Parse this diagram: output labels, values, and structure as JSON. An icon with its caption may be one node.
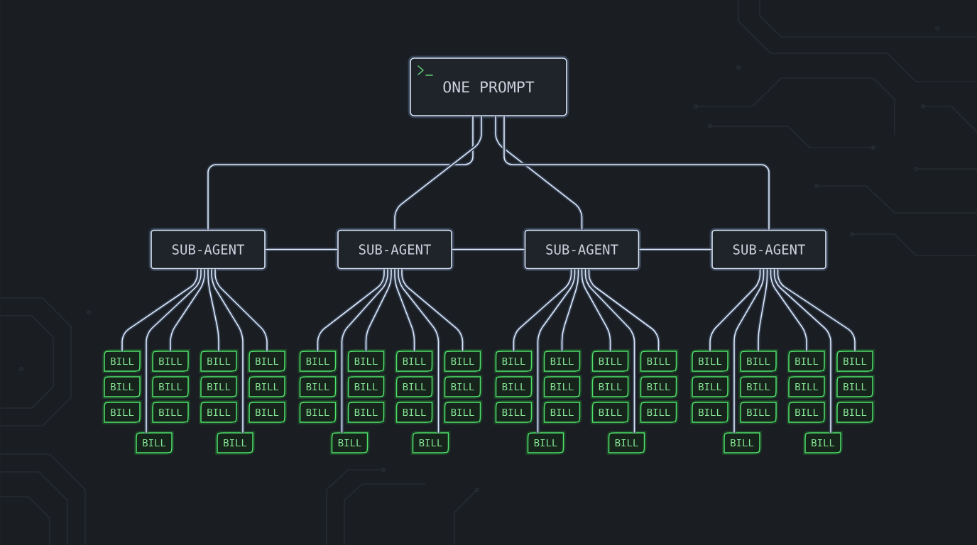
{
  "diagram": {
    "nodes": [
      {
        "text": [
          "ONE PROMPT"
        ]
      },
      {
        "text": [
          "SUB-AGENT"
        ]
      },
      {
        "text": [
          "SUB-AGENT"
        ]
      },
      {
        "text": [
          "SUB-AGENT"
        ]
      },
      {
        "text": [
          "SUB-AGENT"
        ]
      },
      {
        "text": [
          "BILL"
        ]
      },
      {
        "text": [
          "BILL"
        ]
      },
      {
        "text": [
          "BILL"
        ]
      },
      {
        "text": [
          "BILL"
        ]
      },
      {
        "text": [
          "BILL"
        ]
      },
      {
        "text": [
          "BILL"
        ]
      },
      {
        "text": [
          "BILL"
        ]
      },
      {
        "text": [
          "BILL"
        ]
      },
      {
        "text": [
          "BILL"
        ]
      },
      {
        "text": [
          "BILL"
        ]
      },
      {
        "text": [
          "BILL"
        ]
      },
      {
        "text": [
          "BILL"
        ]
      },
      {
        "text": [
          "BILL"
        ]
      },
      {
        "text": [
          "BILL"
        ]
      },
      {
        "text": [
          "BILL"
        ]
      },
      {
        "text": [
          "BILL"
        ]
      },
      {
        "text": [
          "BILL"
        ]
      },
      {
        "text": [
          "BILL"
        ]
      },
      {
        "text": [
          "BILL"
        ]
      },
      {
        "text": [
          "BILL"
        ]
      },
      {
        "text": [
          "BILL"
        ]
      },
      {
        "text": [
          "BILL"
        ]
      },
      {
        "text": [
          "BILL"
        ]
      },
      {
        "text": [
          "BILL"
        ]
      },
      {
        "text": [
          "BILL"
        ]
      },
      {
        "text": [
          "BILL"
        ]
      },
      {
        "text": [
          "BILL"
        ]
      },
      {
        "text": [
          "BILL"
        ]
      },
      {
        "text": [
          "BILL"
        ]
      },
      {
        "text": [
          "BILL"
        ]
      },
      {
        "text": [
          "BILL"
        ]
      },
      {
        "text": [
          "BILL"
        ]
      },
      {
        "text": [
          "BILL"
        ]
      },
      {
        "text": [
          "BILL"
        ]
      },
      {
        "text": [
          "BILL"
        ]
      },
      {
        "text": [
          "BILL"
        ]
      },
      {
        "text": [
          "BILL"
        ]
      },
      {
        "text": [
          "BILL"
        ]
      },
      {
        "text": [
          "BILL"
        ]
      },
      {
        "text": [
          "BILL"
        ]
      },
      {
        "text": [
          "BILL"
        ]
      },
      {
        "text": [
          "BILL"
        ]
      },
      {
        "text": [
          "BILL"
        ]
      },
      {
        "text": [
          "BILL"
        ]
      },
      {
        "text": [
          "BILL"
        ]
      },
      {
        "text": [
          "BILL"
        ]
      },
      {
        "text": [
          "BILL"
        ]
      },
      {
        "text": [
          "BILL"
        ]
      },
      {
        "text": [
          "BILL"
        ]
      },
      {
        "text": [
          "BILL"
        ]
      },
      {
        "text": [
          "BILL"
        ]
      },
      {
        "text": [
          "BILL"
        ]
      },
      {
        "text": [
          "BILL"
        ]
      },
      {
        "text": [
          "BILL"
        ]
      },
      {
        "text": [
          "BILL"
        ]
      },
      {
        "text": [
          "BILL"
        ]
      }
    ],
    "edges": [
      {
        "from": 0,
        "to": 1,
        "arrow": "none"
      },
      {
        "from": 0,
        "to": 2,
        "arrow": "none"
      },
      {
        "from": 0,
        "to": 3,
        "arrow": "none"
      },
      {
        "from": 0,
        "to": 4,
        "arrow": "none"
      },
      {
        "from": 1,
        "to": 2,
        "arrow": "none"
      },
      {
        "from": 2,
        "to": 3,
        "arrow": "none"
      },
      {
        "from": 3,
        "to": 4,
        "arrow": "none"
      },
      {
        "from": 1,
        "to": 5,
        "arrow": "none"
      },
      {
        "from": 1,
        "to": 17,
        "arrow": "none"
      },
      {
        "from": 1,
        "to": 6,
        "arrow": "none"
      },
      {
        "from": 1,
        "to": 7,
        "arrow": "none"
      },
      {
        "from": 1,
        "to": 18,
        "arrow": "none"
      },
      {
        "from": 1,
        "to": 8,
        "arrow": "none"
      },
      {
        "from": 2,
        "to": 19,
        "arrow": "none"
      },
      {
        "from": 2,
        "to": 31,
        "arrow": "none"
      },
      {
        "from": 2,
        "to": 20,
        "arrow": "none"
      },
      {
        "from": 2,
        "to": 21,
        "arrow": "none"
      },
      {
        "from": 2,
        "to": 32,
        "arrow": "none"
      },
      {
        "from": 2,
        "to": 22,
        "arrow": "none"
      },
      {
        "from": 3,
        "to": 33,
        "arrow": "none"
      },
      {
        "from": 3,
        "to": 45,
        "arrow": "none"
      },
      {
        "from": 3,
        "to": 34,
        "arrow": "none"
      },
      {
        "from": 3,
        "to": 35,
        "arrow": "none"
      },
      {
        "from": 3,
        "to": 46,
        "arrow": "none"
      },
      {
        "from": 3,
        "to": 36,
        "arrow": "none"
      },
      {
        "from": 4,
        "to": 47,
        "arrow": "none"
      },
      {
        "from": 4,
        "to": 59,
        "arrow": "none"
      },
      {
        "from": 4,
        "to": 48,
        "arrow": "none"
      },
      {
        "from": 4,
        "to": 49,
        "arrow": "none"
      },
      {
        "from": 4,
        "to": 60,
        "arrow": "none"
      },
      {
        "from": 4,
        "to": 50,
        "arrow": "none"
      }
    ]
  }
}
